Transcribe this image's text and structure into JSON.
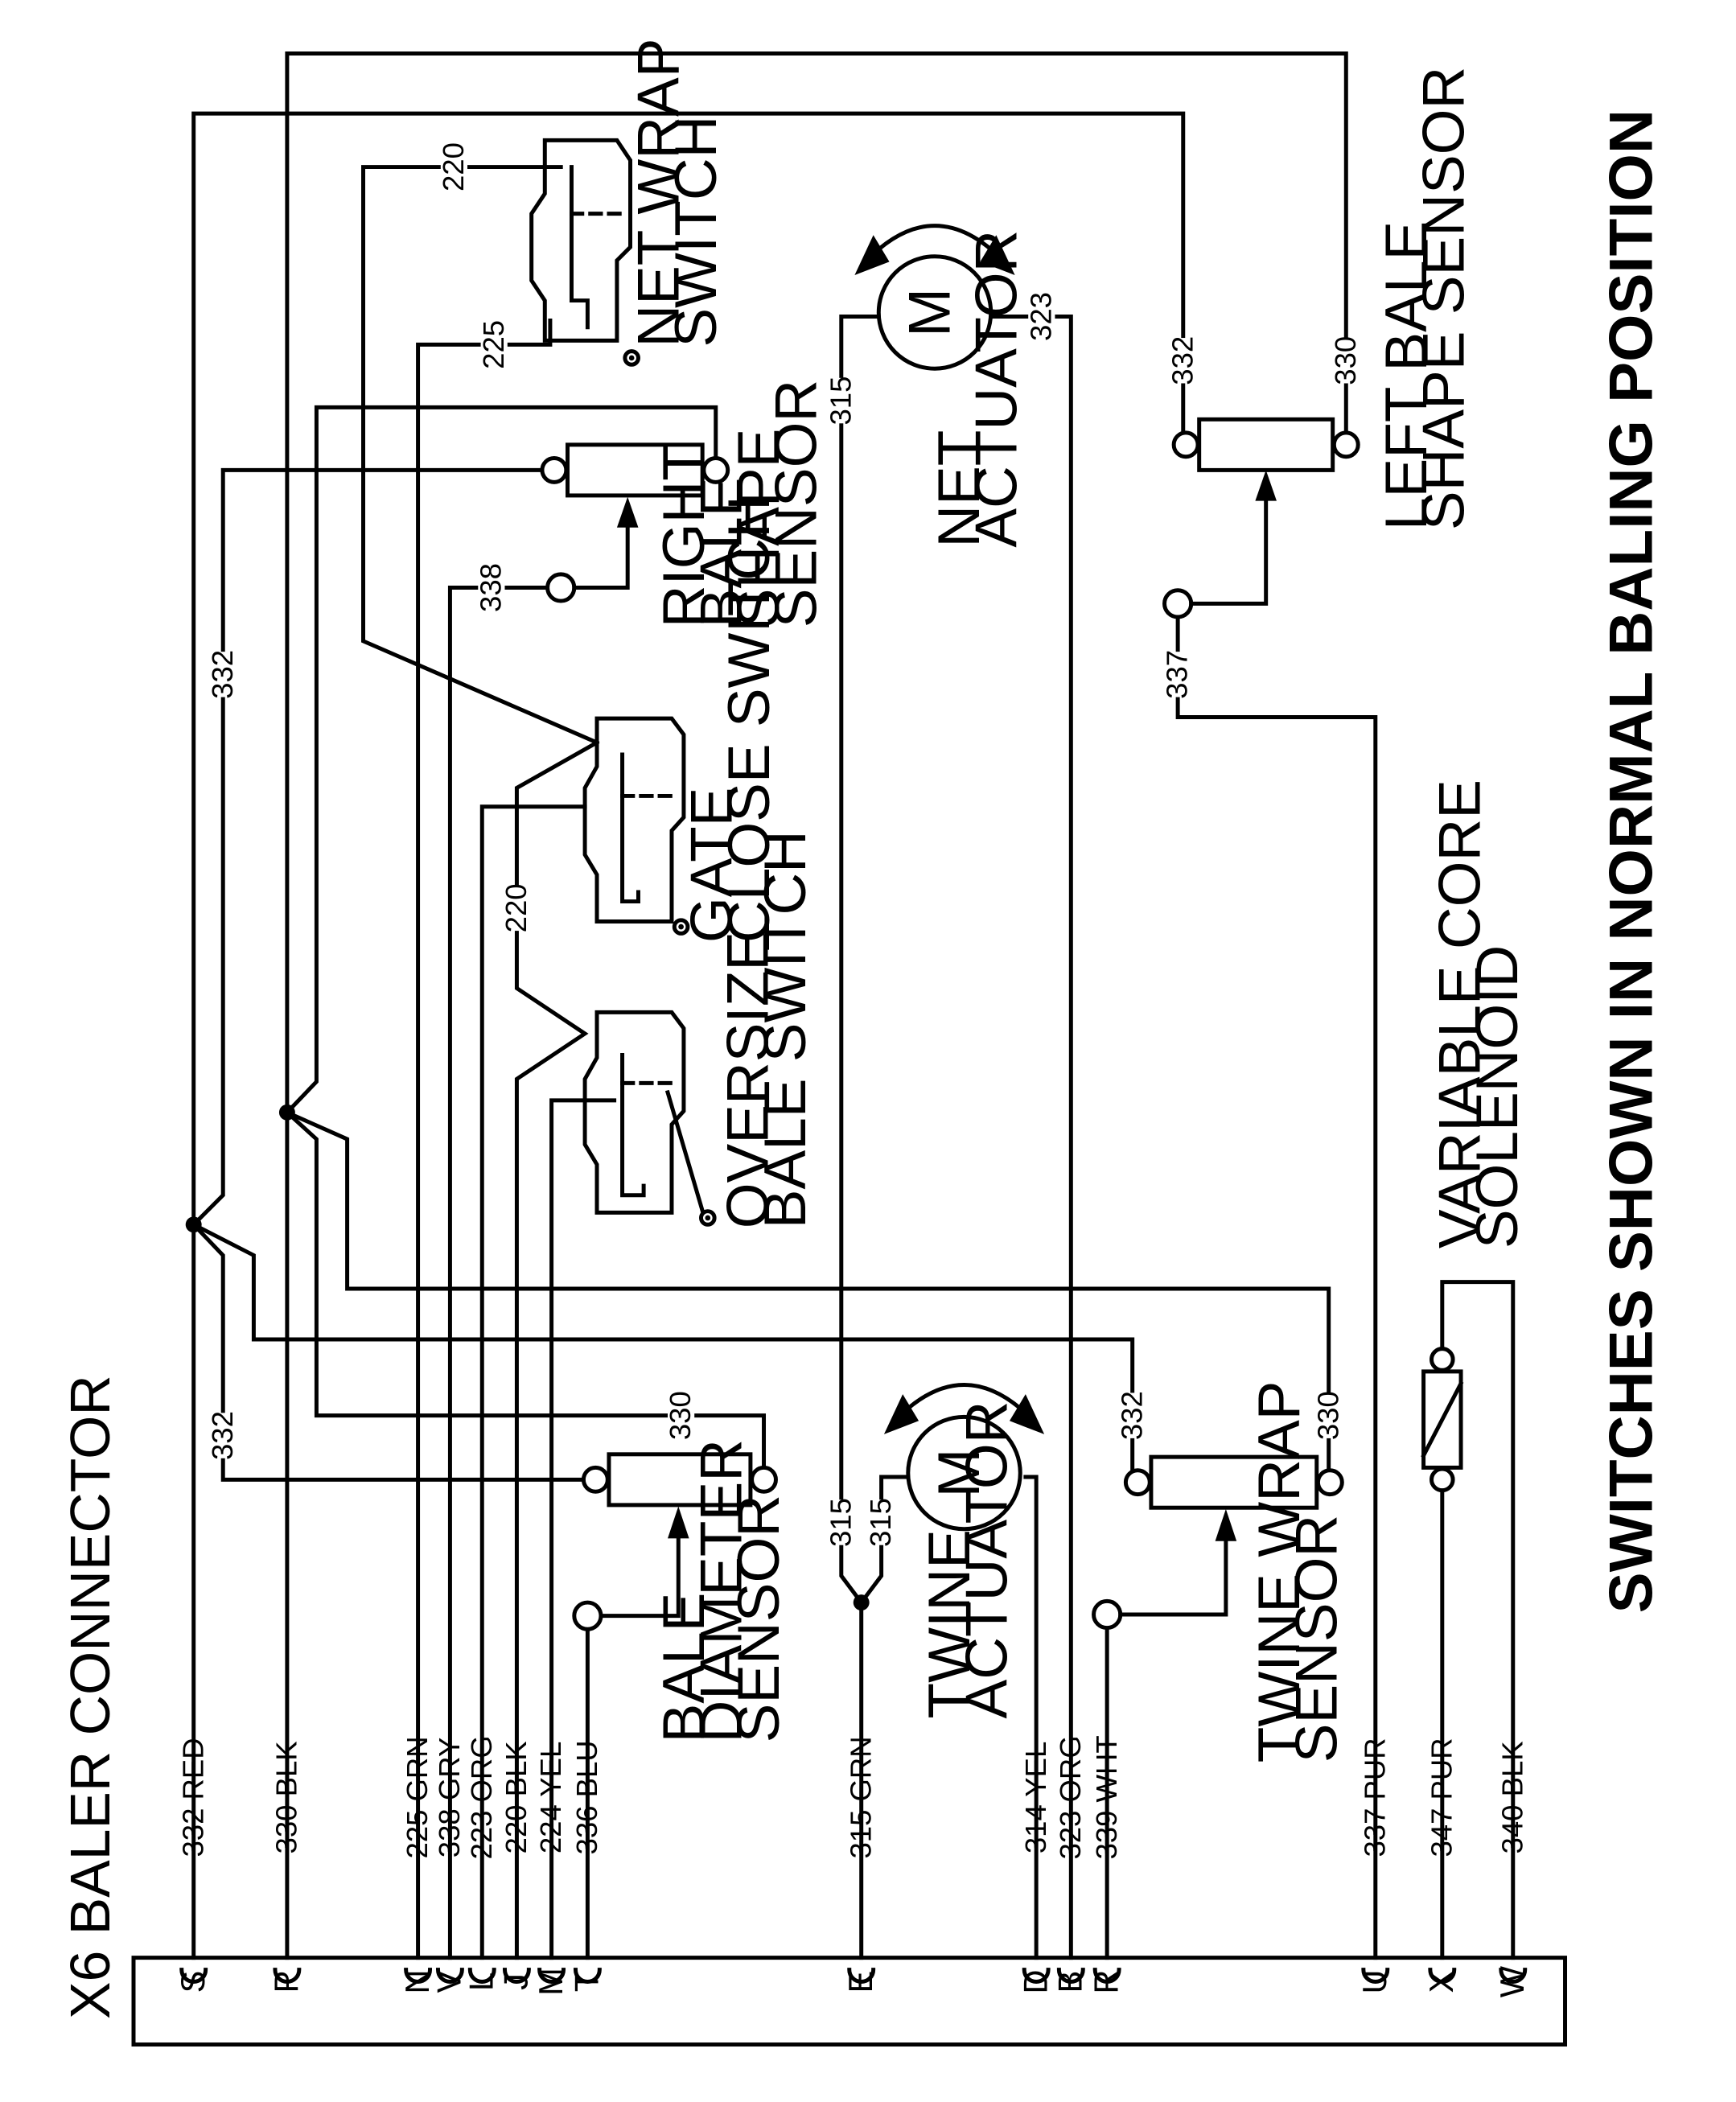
{
  "connector_title": "X6 BALER CONNECTOR",
  "note": "SWITCHES SHOWN IN NORMAL BALING POSITION",
  "pins": [
    {
      "pin": "S",
      "label": "332 RED"
    },
    {
      "pin": "P",
      "label": "330 BLK"
    },
    {
      "pin": "N",
      "label": "225 GRN"
    },
    {
      "pin": "V",
      "label": "338 GRY"
    },
    {
      "pin": "L",
      "label": "223 ORG"
    },
    {
      "pin": "J",
      "label": "220 BLK"
    },
    {
      "pin": "M",
      "label": "224 YEL"
    },
    {
      "pin": "T",
      "label": "336 BLU"
    },
    {
      "pin": "E",
      "label": "315 GRN"
    },
    {
      "pin": "D",
      "label": "314 YEL"
    },
    {
      "pin": "B",
      "label": "323 ORG"
    },
    {
      "pin": "R",
      "label": "339 WHT"
    },
    {
      "pin": "U",
      "label": "337 PUR"
    },
    {
      "pin": "X",
      "label": "347 PUR"
    },
    {
      "pin": "W",
      "label": "340 BLK"
    }
  ],
  "components": {
    "net_wrap_switch": [
      "NET WRAP",
      "SWITCH"
    ],
    "right_bale_shape_sensor": [
      "RIGHT",
      "BALE",
      "SHAPE",
      "SENSOR"
    ],
    "gate_close_switch": [
      "GATE",
      "CLOSE SWITCH"
    ],
    "oversize_bale_switch": [
      "OVERSIZE",
      "BALE SWITCH"
    ],
    "bale_diameter_sensor": [
      "BALE",
      "DIAMETER",
      "SENSOR"
    ],
    "net_actuator": [
      "NET",
      "ACTUATOR"
    ],
    "twine_actuator": [
      "TWINE",
      "ACTUATOR"
    ],
    "twine_wrap_sensor": [
      "TWINE WRAP",
      "SENSOR"
    ],
    "left_bale_shape_sensor": [
      "LEFT BALE",
      "SHAPE SENSOR"
    ],
    "variable_core_solenoid": [
      "VARIABLE CORE",
      "SOLENOID"
    ]
  },
  "motor_symbol": "M",
  "wire_labels": {
    "w220_top": "220",
    "w225": "225",
    "w338": "338",
    "w332_mid": "332",
    "w220_mid": "220",
    "w315_top": "315",
    "w323": "323",
    "w332_left": "332",
    "w330_left": "330",
    "w337": "337",
    "w332_bd": "332",
    "w330_bd": "330",
    "w315_a": "315",
    "w315_b": "315",
    "w332_tw": "332",
    "w330_tw": "330"
  }
}
